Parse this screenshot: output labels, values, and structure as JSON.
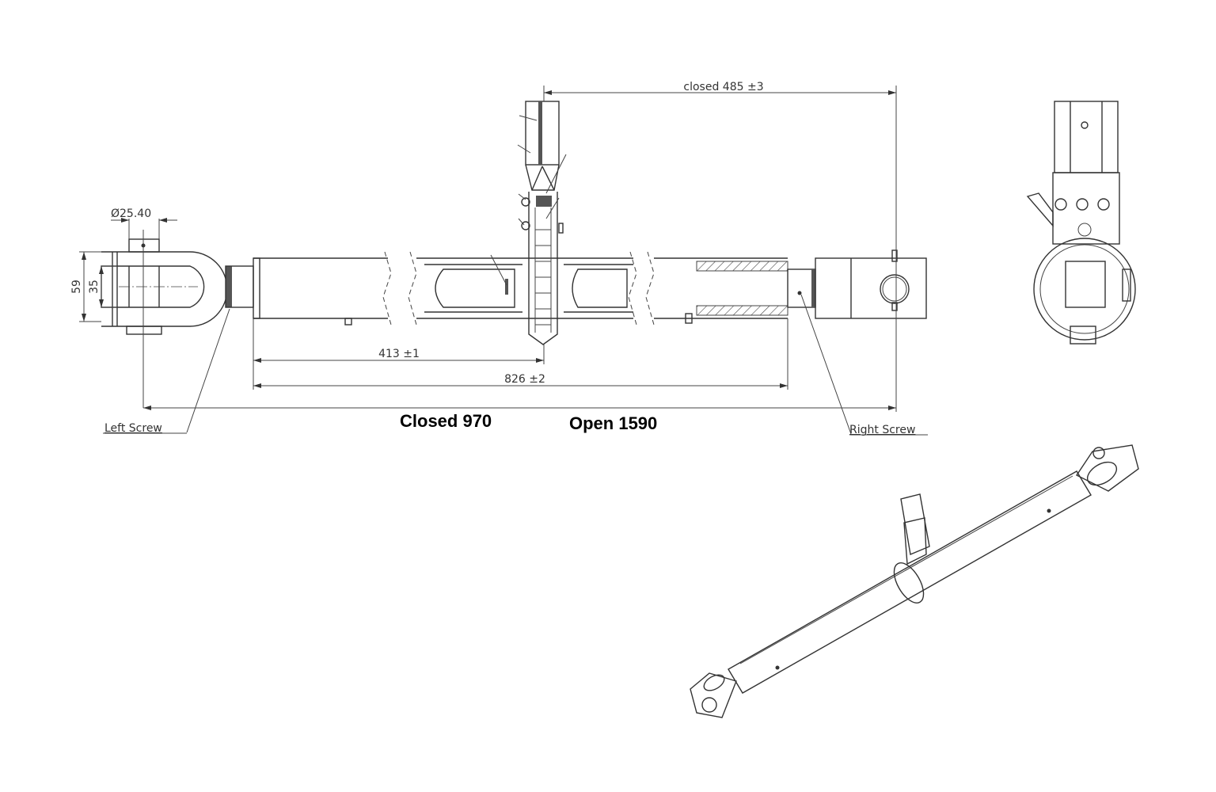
{
  "dimensions": {
    "pin_diameter": "Ø25.40",
    "clevis_outer": "59",
    "clevis_inner": "35",
    "closed_offset": "closed 485 ±3",
    "half_length": "413 ±1",
    "tube_length": "826 ±2"
  },
  "callouts": {
    "left_screw": "Left Screw",
    "right_screw": "Right Screw"
  },
  "lengths": {
    "closed": "Closed 970",
    "open": "Open 1590"
  }
}
